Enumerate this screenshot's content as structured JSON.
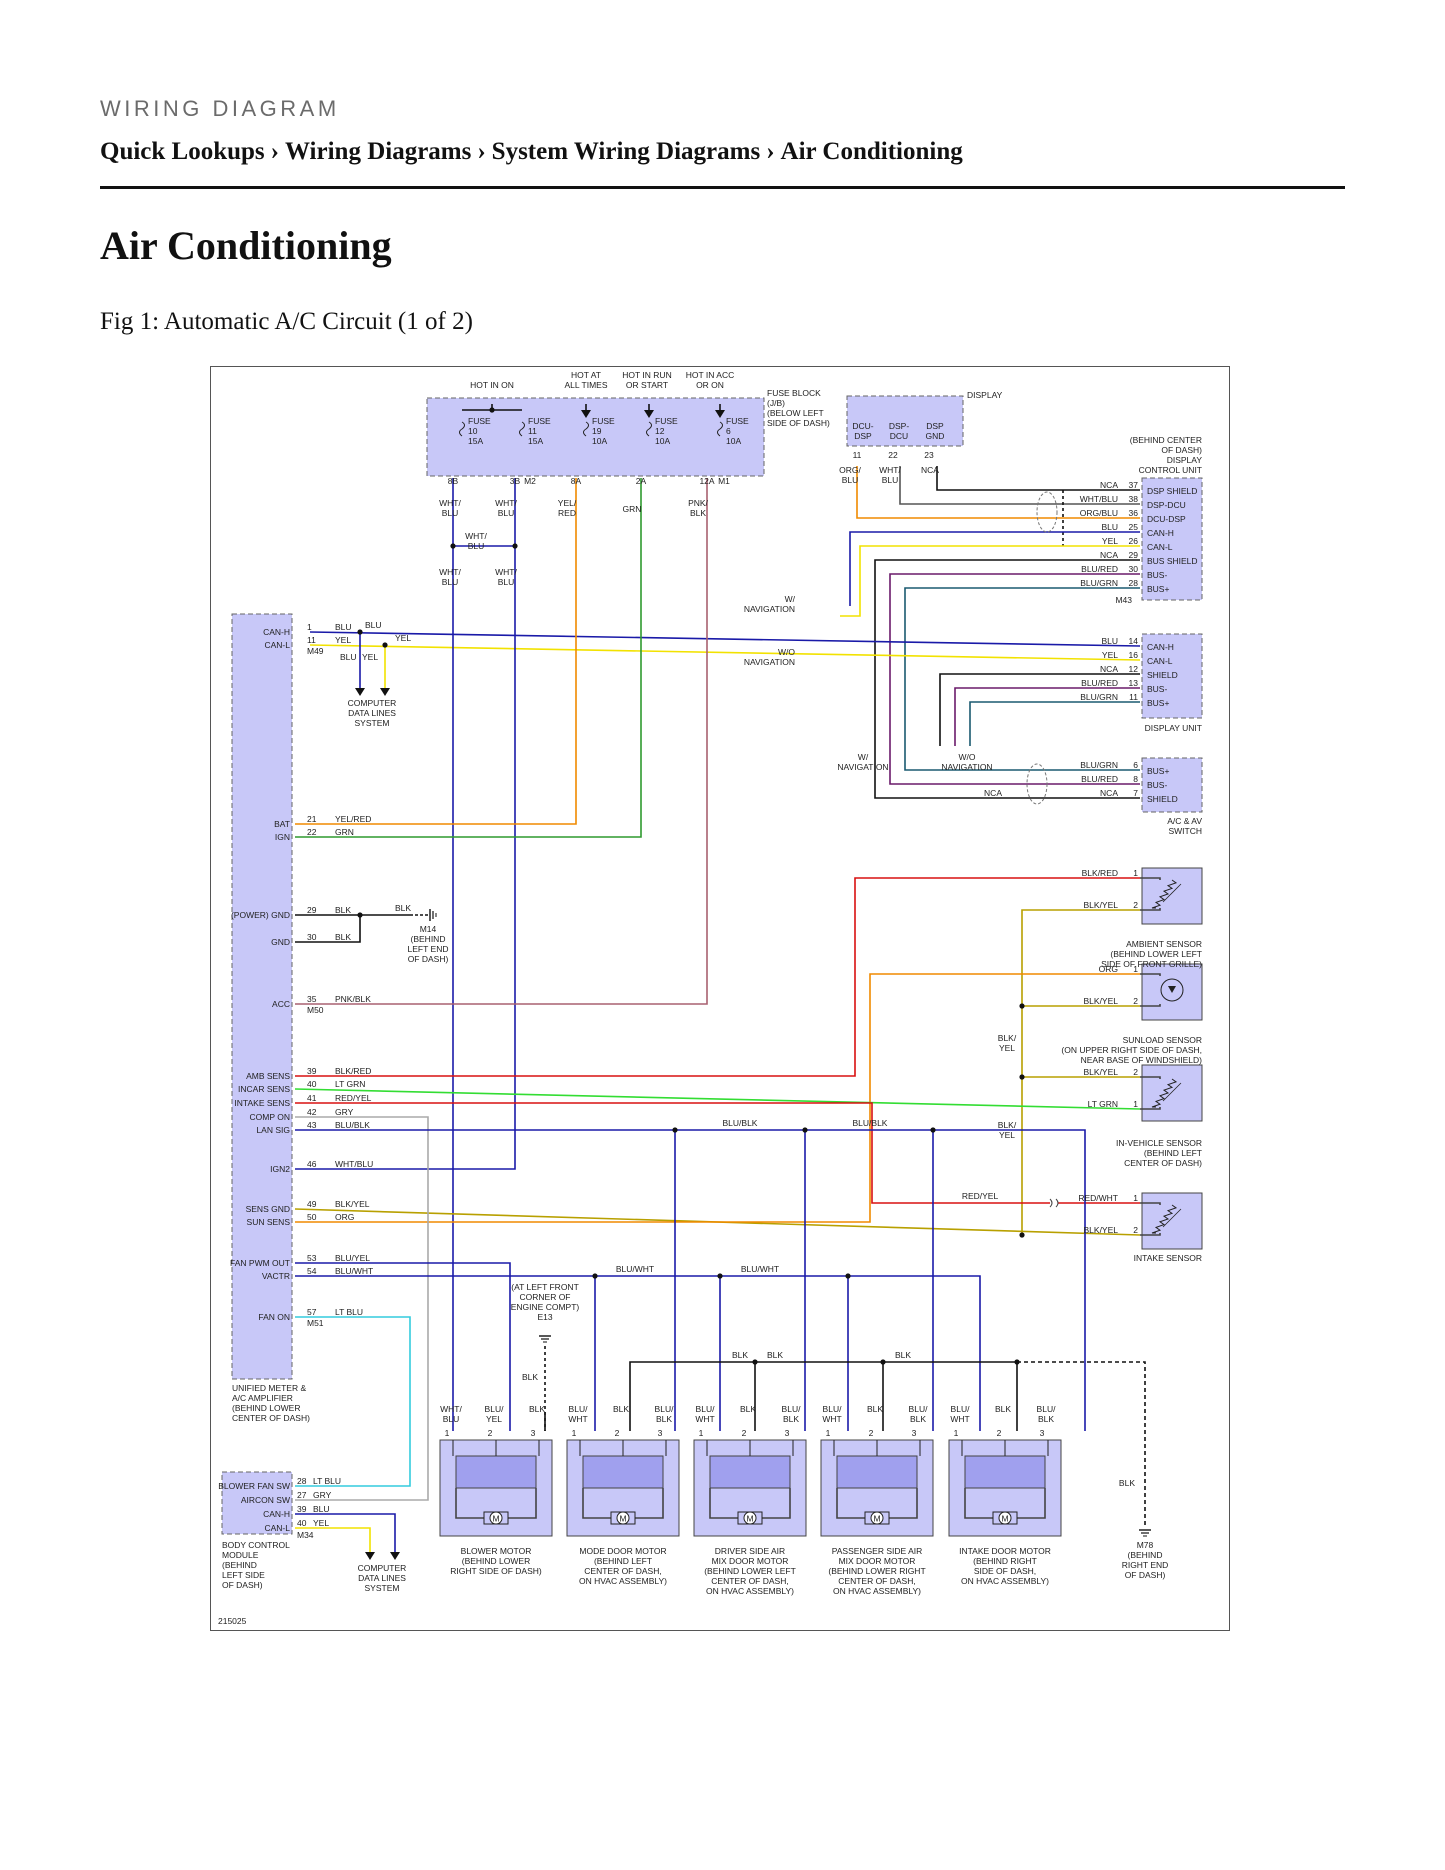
{
  "header": {
    "eyebrow": "WIRING DIAGRAM",
    "breadcrumb": [
      "Quick Lookups",
      "Wiring Diagrams",
      "System Wiring Diagrams",
      "Air Conditioning"
    ],
    "separator": "›"
  },
  "page_title": "Air Conditioning",
  "figure_caption": "Fig 1: Automatic A/C Circuit (1 of 2)",
  "diagram": {
    "figure_id": "215025",
    "colors": {
      "BLU": "#1a1aa8",
      "YEL": "#f2e200",
      "ORG": "#f08a00",
      "GRN": "#2f9a2f",
      "LTGRN": "#33dd33",
      "RED": "#d81010",
      "BLK": "#111111",
      "PNK": "#a86070",
      "GRY": "#aaaaaa",
      "LTBLU": "#33ccdd",
      "BLKYEL": "#b8a000",
      "PURPLE": "#7a1a8a",
      "BLUGRN": "#1a5a70",
      "BLURED": "#6a1a6a",
      "BOX": "#c8c8f8"
    },
    "power": {
      "labels": [
        "HOT IN ON",
        "HOT AT",
        "ALL TIMES",
        "HOT IN RUN",
        "OR START",
        "HOT IN ACC",
        "OR ON"
      ],
      "fuse_block": [
        "FUSE BLOCK",
        "(J/B)",
        "(BELOW LEFT",
        "SIDE OF DASH)"
      ],
      "fuses": [
        {
          "lines": [
            "FUSE",
            "10",
            "15A"
          ]
        },
        {
          "lines": [
            "FUSE",
            "11",
            "15A"
          ]
        },
        {
          "lines": [
            "FUSE",
            "19",
            "10A"
          ]
        },
        {
          "lines": [
            "FUSE",
            "12",
            "10A"
          ]
        },
        {
          "lines": [
            "FUSE",
            "6",
            "10A"
          ]
        }
      ],
      "pins": [
        "8B",
        "3B",
        "M2",
        "8A",
        "2A",
        "12A",
        "M1"
      ],
      "wire_labels": [
        "WHT/",
        "BLU",
        "WHT/",
        "BLU",
        "YEL/",
        "RED",
        "GRN",
        "PNK/",
        "BLK",
        "WHT/",
        "BLU",
        "WHT/",
        "BLU",
        "WHT/",
        "BLU"
      ]
    },
    "display": {
      "name": "DISPLAY",
      "pins": [
        "DCU-",
        "DSP",
        "DSP-",
        "DCU",
        "DSP",
        "GND"
      ],
      "pin_numbers": [
        "11",
        "22",
        "23"
      ],
      "wires": [
        "ORG/",
        "BLU",
        "WHT/",
        "BLU",
        "NCA"
      ]
    },
    "display_control_unit": {
      "location": [
        "(BEHIND CENTER",
        "OF DASH)",
        "DISPLAY",
        "CONTROL UNIT"
      ],
      "rows": [
        {
          "wire": "NCA",
          "pin": "37",
          "name": "DSP SHIELD"
        },
        {
          "wire": "WHT/BLU",
          "pin": "38",
          "name": "DSP-DCU"
        },
        {
          "wire": "ORG/BLU",
          "pin": "36",
          "name": "DCU-DSP"
        },
        {
          "wire": "BLU",
          "pin": "25",
          "name": "CAN-H"
        },
        {
          "wire": "YEL",
          "pin": "26",
          "name": "CAN-L"
        },
        {
          "wire": "NCA",
          "pin": "29",
          "name": "BUS SHIELD"
        },
        {
          "wire": "BLU/RED",
          "pin": "30",
          "name": "BUS-"
        },
        {
          "wire": "BLU/GRN",
          "pin": "28",
          "name": "BUS+"
        }
      ],
      "connector": "M43"
    },
    "display_unit": {
      "name": "DISPLAY UNIT",
      "rows": [
        {
          "wire": "BLU",
          "pin": "14",
          "name": "CAN-H"
        },
        {
          "wire": "YEL",
          "pin": "16",
          "name": "CAN-L"
        },
        {
          "wire": "NCA",
          "pin": "12",
          "name": "SHIELD"
        },
        {
          "wire": "BLU/RED",
          "pin": "13",
          "name": "BUS-"
        },
        {
          "wire": "BLU/GRN",
          "pin": "11",
          "name": "BUS+"
        }
      ]
    },
    "nav_labels": {
      "w_nav": [
        "W/",
        "NAVIGATION"
      ],
      "wo_nav": [
        "W/O",
        "NAVIGATION"
      ]
    },
    "av_switch": {
      "name": [
        "A/C & AV",
        "SWITCH"
      ],
      "rows": [
        {
          "wire": "BLU/GRN",
          "pin": "6",
          "name": "BUS+"
        },
        {
          "wire": "BLU/RED",
          "pin": "8",
          "name": "BUS-"
        },
        {
          "wire": "NCA",
          "pin": "7",
          "name": "SHIELD"
        }
      ],
      "extra": "NCA"
    },
    "amplifier": {
      "name": [
        "UNIFIED METER &",
        "A/C AMPLIFIER",
        "(BEHIND LOWER",
        "CENTER OF DASH)"
      ],
      "pins": [
        {
          "label": "CAN-H",
          "pin": "1",
          "wire": "BLU"
        },
        {
          "label": "CAN-L",
          "pin": "11",
          "wire": "YEL"
        },
        {
          "label": "BAT",
          "pin": "21",
          "wire": "YEL/RED"
        },
        {
          "label": "IGN",
          "pin": "22",
          "wire": "GRN"
        },
        {
          "label": "(POWER) GND",
          "pin": "29",
          "wire": "BLK"
        },
        {
          "label": "GND",
          "pin": "30",
          "wire": "BLK"
        },
        {
          "label": "ACC",
          "pin": "35",
          "wire": "PNK/BLK"
        },
        {
          "label": "AMB SENS",
          "pin": "39",
          "wire": "BLK/RED"
        },
        {
          "label": "INCAR SENS",
          "pin": "40",
          "wire": "LT GRN"
        },
        {
          "label": "INTAKE SENS",
          "pin": "41",
          "wire": "RED/YEL"
        },
        {
          "label": "COMP ON",
          "pin": "42",
          "wire": "GRY"
        },
        {
          "label": "LAN SIG",
          "pin": "43",
          "wire": "BLU/BLK"
        },
        {
          "label": "IGN2",
          "pin": "46",
          "wire": "WHT/BLU"
        },
        {
          "label": "SENS GND",
          "pin": "49",
          "wire": "BLK/YEL"
        },
        {
          "label": "SUN SENS",
          "pin": "50",
          "wire": "ORG"
        },
        {
          "label": "FAN PWM OUT",
          "pin": "53",
          "wire": "BLU/YEL"
        },
        {
          "label": "VACTR",
          "pin": "54",
          "wire": "BLU/WHT"
        },
        {
          "label": "FAN ON",
          "pin": "57",
          "wire": "LT BLU"
        }
      ],
      "connectors": [
        "M49",
        "M50",
        "M51"
      ],
      "can_extra": [
        "BLU",
        "YEL",
        "BLU",
        "YEL"
      ]
    },
    "data_lines": [
      "COMPUTER",
      "DATA LINES",
      "SYSTEM"
    ],
    "ground_m14": [
      "M14",
      "(BEHIND",
      "LEFT END",
      "OF DASH)"
    ],
    "ground_extra": "BLK",
    "sensors": [
      {
        "name": [
          "AMBIENT SENSOR",
          "(BEHIND LOWER LEFT",
          "SIDE OF FRONT GRILLE)"
        ],
        "rows": [
          {
            "wire": "BLK/RED",
            "pin": "1"
          },
          {
            "wire": "BLK/YEL",
            "pin": "2"
          }
        ]
      },
      {
        "name": [
          "SUNLOAD SENSOR",
          "(ON UPPER RIGHT SIDE OF DASH,",
          "NEAR BASE OF WINDSHIELD)"
        ],
        "rows": [
          {
            "wire": "ORG",
            "pin": "1"
          },
          {
            "wire": "BLK/YEL",
            "pin": "2"
          }
        ]
      },
      {
        "name": [
          "IN-VEHICLE SENSOR",
          "(BEHIND LEFT",
          "CENTER OF DASH)"
        ],
        "rows": [
          {
            "wire": "BLK/YEL",
            "pin": "2"
          },
          {
            "wire": "LT GRN",
            "pin": "1"
          }
        ]
      },
      {
        "name": [
          "INTAKE SENSOR"
        ],
        "rows": [
          {
            "wire": "RED/WHT",
            "pin": "1"
          },
          {
            "wire": "BLK/YEL",
            "pin": "2"
          }
        ]
      }
    ],
    "misc_wire_labels": {
      "blk_yel_a": [
        "BLK/",
        "YEL"
      ],
      "blk_yel_b": [
        "BLK/",
        "YEL"
      ],
      "blu_blk": "BLU/BLK",
      "red_yel": "RED/YEL",
      "blu_wht": "BLU/WHT",
      "blk": "BLK"
    },
    "engine_ground": [
      "(AT LEFT FRONT",
      "CORNER OF",
      "ENGINE COMPT)",
      "E13"
    ],
    "body_control_module": {
      "name": [
        "BODY CONTROL",
        "MODULE",
        "(BEHIND",
        "LEFT SIDE",
        "OF DASH)"
      ],
      "pins": [
        {
          "label": "BLOWER FAN SW",
          "pin": "28",
          "wire": "LT BLU"
        },
        {
          "label": "AIRCON SW",
          "pin": "27",
          "wire": "GRY"
        },
        {
          "label": "CAN-H",
          "pin": "39",
          "wire": "BLU"
        },
        {
          "label": "CAN-L",
          "pin": "40",
          "wire": "YEL"
        }
      ],
      "connector": "M34"
    },
    "motors": [
      {
        "name": [
          "BLOWER MOTOR",
          "(BEHIND LOWER",
          "RIGHT SIDE OF DASH)"
        ],
        "wires": [
          [
            "WHT/",
            "BLU"
          ],
          [
            "BLU/",
            "YEL"
          ],
          [
            "BLK",
            ""
          ]
        ],
        "pins": [
          "1",
          "2",
          "3"
        ]
      },
      {
        "name": [
          "MODE DOOR MOTOR",
          "(BEHIND LEFT",
          "CENTER OF DASH,",
          "ON HVAC ASSEMBLY)"
        ],
        "wires": [
          [
            "BLU/",
            "WHT"
          ],
          [
            "BLK",
            ""
          ],
          [
            "BLU/",
            "BLK"
          ]
        ],
        "pins": [
          "1",
          "2",
          "3"
        ]
      },
      {
        "name": [
          "DRIVER SIDE AIR",
          "MIX DOOR MOTOR",
          "(BEHIND LOWER LEFT",
          "CENTER OF DASH,",
          "ON HVAC ASSEMBLY)"
        ],
        "wires": [
          [
            "BLU/",
            "WHT"
          ],
          [
            "BLK",
            ""
          ],
          [
            "BLU/",
            "BLK"
          ]
        ],
        "pins": [
          "1",
          "2",
          "3"
        ]
      },
      {
        "name": [
          "PASSENGER SIDE AIR",
          "MIX DOOR MOTOR",
          "(BEHIND LOWER RIGHT",
          "CENTER OF DASH,",
          "ON HVAC ASSEMBLY)"
        ],
        "wires": [
          [
            "BLU/",
            "WHT"
          ],
          [
            "BLK",
            ""
          ],
          [
            "BLU/",
            "BLK"
          ]
        ],
        "pins": [
          "1",
          "2",
          "3"
        ]
      },
      {
        "name": [
          "INTAKE DOOR MOTOR",
          "(BEHIND RIGHT",
          "SIDE OF DASH,",
          "ON HVAC ASSEMBLY)"
        ],
        "wires": [
          [
            "BLU/",
            "WHT"
          ],
          [
            "BLK",
            ""
          ],
          [
            "BLU/",
            "BLK"
          ]
        ],
        "pins": [
          "1",
          "2",
          "3"
        ]
      }
    ],
    "motor_symbol": "M",
    "ground_m78": [
      "M78",
      "(BEHIND",
      "RIGHT END",
      "OF DASH)"
    ]
  }
}
